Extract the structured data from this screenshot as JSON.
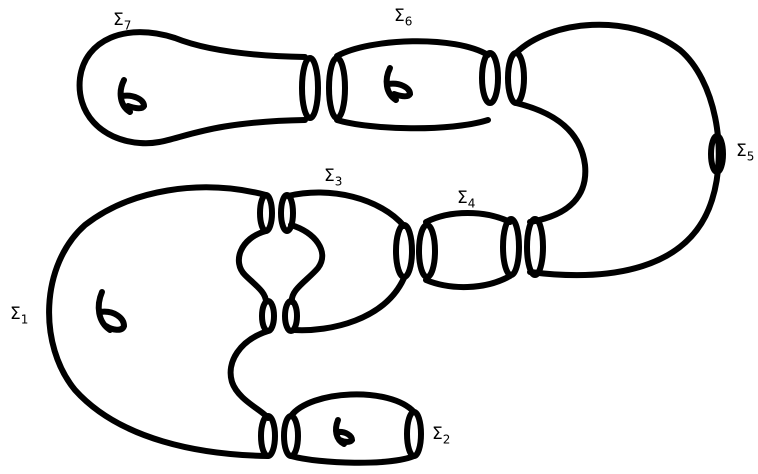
{
  "labels": {
    "sigma1": "Σ1",
    "sigma2": "Σ2",
    "sigma3": "Σ3",
    "sigma4": "Σ4",
    "sigma5": "Σ5",
    "sigma6": "Σ6",
    "sigma7": "Σ7"
  },
  "line_color": "#000000",
  "background_color": "#ffffff"
}
